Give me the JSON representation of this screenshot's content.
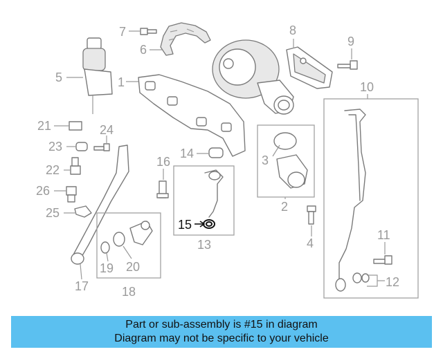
{
  "callouts": {
    "c1": "1",
    "c2": "2",
    "c3": "3",
    "c4": "4",
    "c5": "5",
    "c6": "6",
    "c7": "7",
    "c8": "8",
    "c9": "9",
    "c10": "10",
    "c11": "11",
    "c12": "12",
    "c13": "13",
    "c14": "14",
    "c15": "15",
    "c16": "16",
    "c17": "17",
    "c18": "18",
    "c19": "19",
    "c20": "20",
    "c21": "21",
    "c22": "22",
    "c23": "23",
    "c24": "24",
    "c25": "25",
    "c26": "26"
  },
  "highlighted_part": "15",
  "colors": {
    "banner": "#5bc0f0",
    "callout": "#9a9a9a",
    "highlight": "#111111"
  },
  "banner": {
    "line1": "Part or sub-assembly is #15 in diagram",
    "line2": "Diagram may not be specific to your vehicle"
  }
}
